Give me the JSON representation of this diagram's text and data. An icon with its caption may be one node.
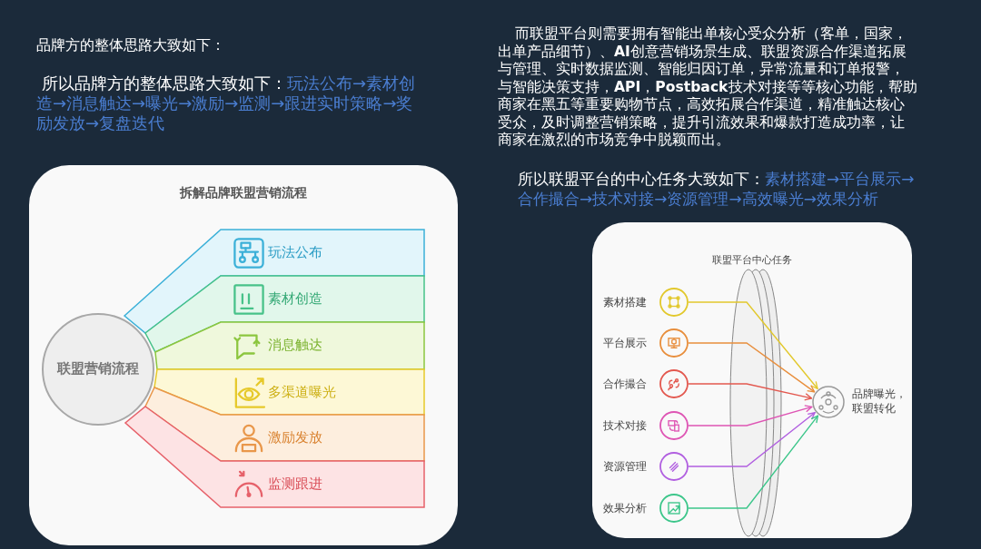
{
  "diagram": {
    "nodes": [
      {
        "text": [
          "拆解品牌联盟营销流程"
        ]
      },
      {
        "text": [
          "联盟营销流程"
        ],
        "in": 0
      },
      {
        "text": [
          "玩法公布"
        ],
        "in": 0
      },
      {
        "text": [
          "素材创造"
        ],
        "in": 0
      },
      {
        "text": [
          "消息触达"
        ],
        "in": 0
      },
      {
        "text": [
          "多渠道曝光"
        ],
        "in": 0
      },
      {
        "text": [
          "激励发放"
        ],
        "in": 0
      },
      {
        "text": [
          "监测跟进"
        ],
        "in": 0
      },
      {
        "text": [
          "联盟平台中心任务"
        ]
      },
      {
        "text": [
          "素材搭建"
        ],
        "in": 8
      },
      {
        "text": [
          "平台展示"
        ],
        "in": 8
      },
      {
        "text": [
          "合作撮合"
        ],
        "in": 8
      },
      {
        "text": [
          "技术对接"
        ],
        "in": 8
      },
      {
        "text": [
          "资源管理"
        ],
        "in": 8
      },
      {
        "text": [
          "效果分析"
        ],
        "in": 8
      },
      {
        "text": [
          "品牌曝光，联盟转化"
        ],
        "in": 8
      }
    ],
    "edges": [
      {
        "from": 9,
        "to": 15,
        "arrow": "to",
        "color": "#e2c82c"
      },
      {
        "from": 10,
        "to": 15,
        "arrow": "to",
        "color": "#e88e3c"
      },
      {
        "from": 11,
        "to": 15,
        "arrow": "to",
        "color": "#e3584f"
      },
      {
        "from": 12,
        "to": 15,
        "arrow": "to",
        "color": "#de55b4"
      },
      {
        "from": 13,
        "to": 15,
        "arrow": "to",
        "color": "#b15fe0"
      },
      {
        "from": 14,
        "to": 15,
        "arrow": "to",
        "color": "#3cc68a"
      }
    ],
    "labels": [
      "品牌方的整体思路大致如下：",
      "所以品牌方的整体思路大致如下：",
      "玩法公布→素材创造→消息触达→曝光→激励→监测→跟进实时策略→奖励发放→复盘迭代",
      "而联盟平台则需要拥有智能出单核心受众分析（客单，国家，出单产品细节）、**AI**创意营销场景生成、联盟资源合作渠道拓展与管理、实时数据监测、智能归因订单，异常流量和订单报警，与智能决策支持，**API**，**Postback**技术对接等等核心功能，帮助商家在黑五等重要购物节点，高效拓展合作渠道，精准触达核心受众，及时调整营销策略，提升引流效果和爆款打造成功率，让商家在激烈的市场竞争中脱颖而出。",
      "所以联盟平台的中心任务大致如下：",
      "素材搭建→平台展示→合作撮合→技术对接→资源管理→高效曝光→效果分析"
    ]
  }
}
